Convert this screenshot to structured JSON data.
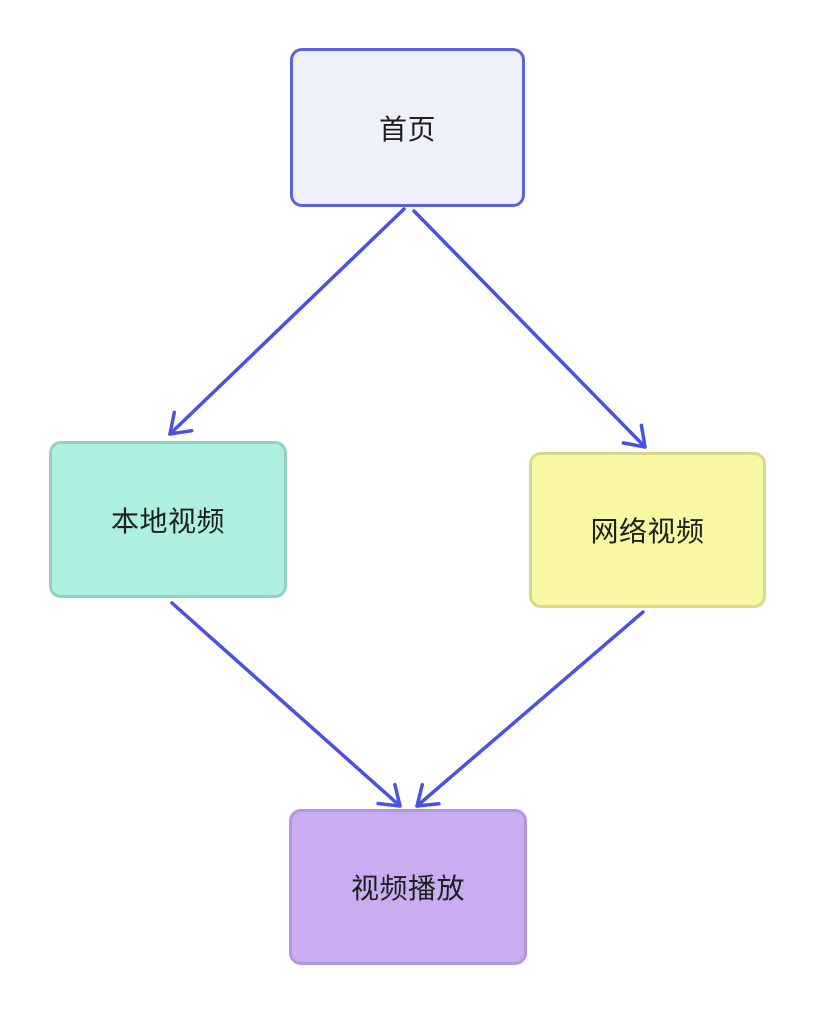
{
  "diagram": {
    "type": "flowchart",
    "direction": "top-down",
    "nodes": [
      {
        "id": "home",
        "label": "首页",
        "fill": "#EEF0FB",
        "border": "#5B61E0"
      },
      {
        "id": "local",
        "label": "本地视频",
        "fill": "#ADF0E1",
        "border": "#93D1C2"
      },
      {
        "id": "network",
        "label": "网络视频",
        "fill": "#F8F8A3",
        "border": "#D8D88C"
      },
      {
        "id": "player",
        "label": "视频播放",
        "fill": "#C9ADF2",
        "border": "#B795DC"
      }
    ],
    "edges": [
      {
        "from": "home",
        "to": "local",
        "arrow": "open-v"
      },
      {
        "from": "home",
        "to": "network",
        "arrow": "open-v"
      },
      {
        "from": "local",
        "to": "player",
        "arrow": "open-v"
      },
      {
        "from": "network",
        "to": "player",
        "arrow": "open-v"
      }
    ],
    "colors": {
      "background": "#FFFFFF",
      "edge": "#4B51E2",
      "text": "#1F1F1F"
    }
  }
}
